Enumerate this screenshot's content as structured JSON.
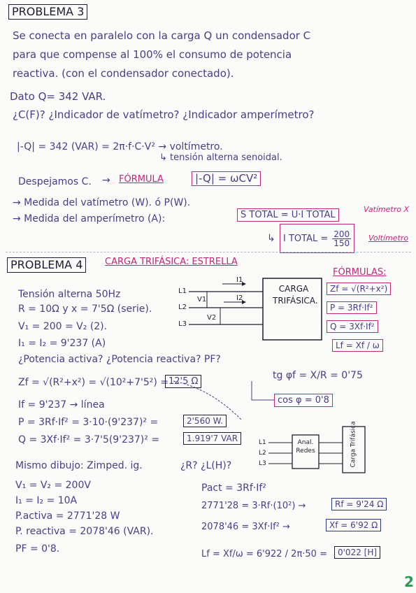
{
  "problem3": {
    "title": "PROBLEMA 3",
    "statement": [
      "Se conecta en paralelo con la carga Q un condensador C",
      "para que compense al 100% el consumo de potencia",
      "reactiva. (con el condensador conectado)."
    ],
    "dato": "Dato Q= 342 VAR.",
    "questions": "¿C(F)? ¿Indicador de vatímetro? ¿Indicador amperímetro?",
    "eq1": "|-Q| = 342 (VAR) = 2π·f·C·V² → voltímetro.",
    "eq1_note": "↳ tensión alterna senoidal.",
    "despejamos": "Despejamos C.",
    "formula_label": "FÓRMULA",
    "formula": "|-Q| = ωCV²",
    "medida_vatimetro": "→ Medida del vatímetro (W). ó P(W).",
    "medida_amperimetro": "→ Medida del amperímetro (A):",
    "s_total": "S TOTAL = U·I TOTAL",
    "i_total_label": "I TOTAL =",
    "i_total_num": "200",
    "i_total_den": "150",
    "vatimetro_note": "Vatímetro X",
    "voltimetro_note": "Voltímetro"
  },
  "problem4": {
    "title": "PROBLEMA 4",
    "subtitle": "CARGA TRIFÁSICA: ESTRELLA",
    "formulas_title": "FÓRMULAS:",
    "formulas": [
      "Zf = √(R²+x²)",
      "P = 3Rf·If²",
      "Q = 3Xf·If²",
      "Lf = Xf / ω"
    ],
    "lines": [
      "Tensión alterna 50Hz",
      "R = 10Ω y x = 7'5Ω (serie).",
      "V₁ = 200 = V₂ (2).",
      "I₁ = I₂ = 9'237 (A)",
      "¿Potencia activa? ¿Potencia reactiva? PF?"
    ],
    "circuit": {
      "box_label": "CARGA TRIFÁSICA.",
      "l1": "L1",
      "l2": "L2",
      "l3": "L3",
      "i1": "I1",
      "i2": "I2",
      "v1": "V1",
      "v2": "V2"
    },
    "zf_eq": "Zf = √(R²+x²) = √(10²+7'5²) =",
    "zf_result": "12'5 Ω",
    "tg_eq": "tg φf = X/R = 0'75",
    "cos_result": "cos φ = 0'8",
    "if_eq": "If = 9'237 → línea",
    "p_eq": "P = 3Rf·If² = 3·10·(9'237)² =",
    "p_result": "2'560 W.",
    "q_eq": "Q = 3Xf·If² = 3·7'5(9'237)² =",
    "q_result": "1.919'7 VAR",
    "analyzer_label": "Anal. Redes",
    "carga_label": "Carga Trifásica",
    "mismo_dibujo": "Mismo dibujo: Zimped. ig.",
    "r_l_question": "¿R? ¿L(H)?",
    "data_lines": [
      "V₁ = V₂ = 200V",
      "I₁ = I₂ = 10A",
      "P.activa = 2771'28 W",
      "P. reactiva = 2078'46 (VAR).",
      "PF = 0'8."
    ],
    "pact_eq": "Pact = 3Rf·If²",
    "pact_calc": "2771'28 = 3·Rf·(10²) →",
    "rf_result": "Rf = 9'24 Ω",
    "q2_calc": "2078'46 = 3Xf·If² →",
    "xf_result": "Xf = 6'92 Ω",
    "lf_calc": "Lf = Xf/ω = 6'922 / 2π·50 =",
    "lf_result": "0'022 [H]"
  },
  "page_number": "2",
  "colors": {
    "ink_purple": "#4a3d8a",
    "ink_blue": "#2a3a7a",
    "ink_pink": "#c0287a",
    "ink_black": "#1e1e30",
    "page_number_green": "#2e9a5a"
  }
}
